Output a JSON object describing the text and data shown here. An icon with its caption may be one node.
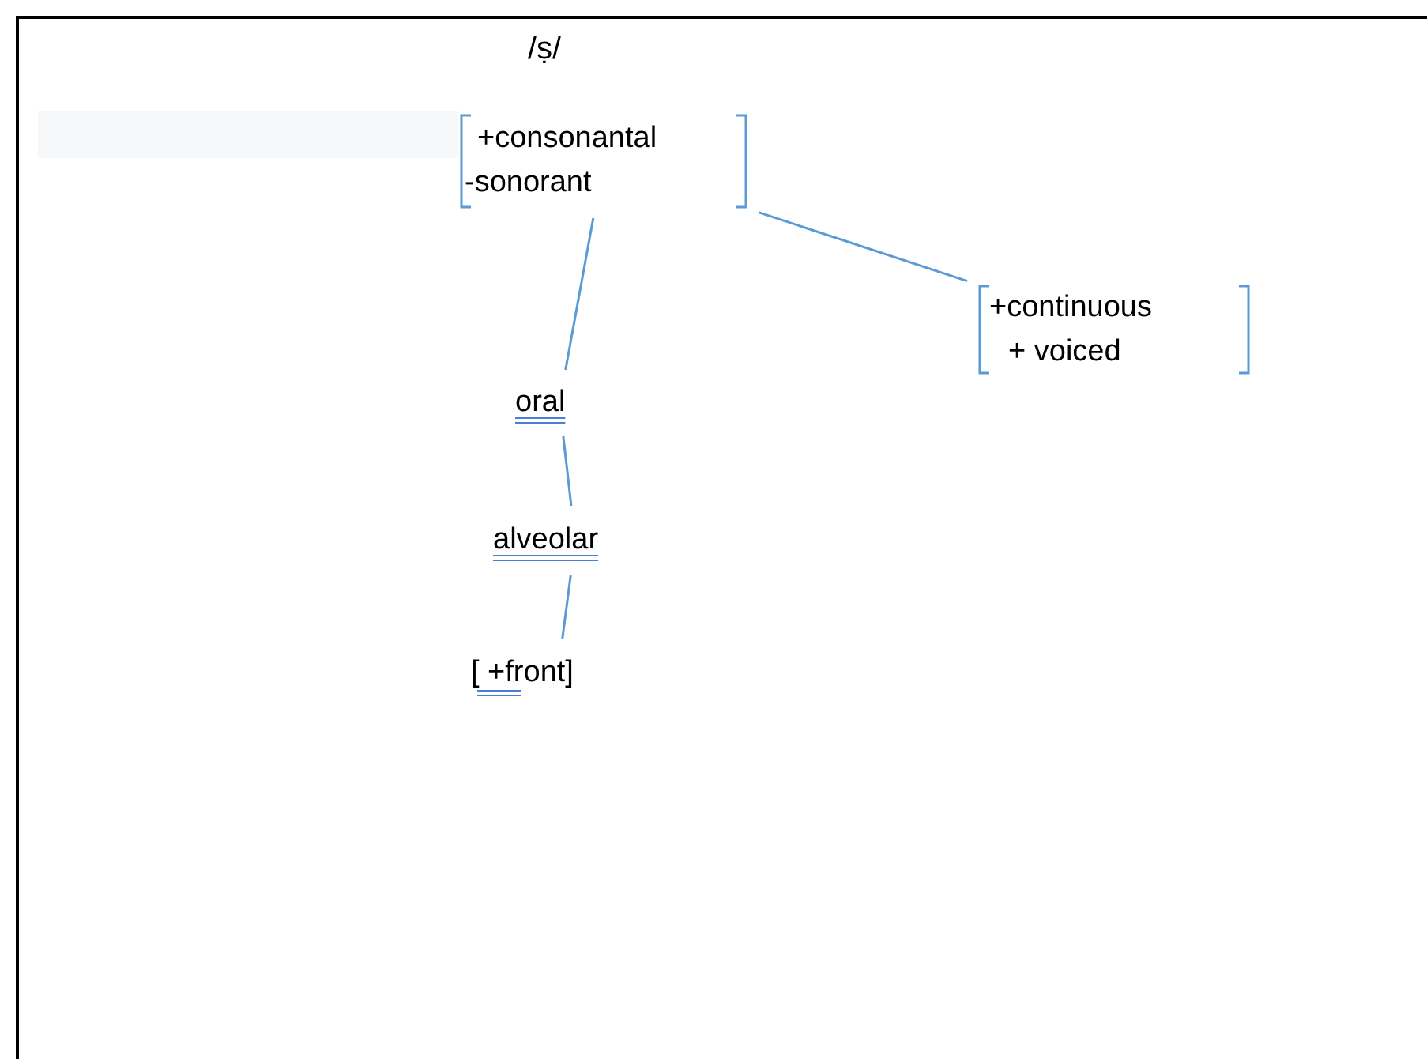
{
  "diagram": {
    "title": "/ṣ/",
    "nodes": [
      {
        "text": [
          "+consonantal",
          "-sonorant"
        ]
      },
      {
        "text": [
          "+continuous",
          "+ voiced"
        ]
      },
      {
        "text": [
          "oral"
        ]
      },
      {
        "text": [
          "alveolar"
        ]
      },
      {
        "text": [
          "[ +front]"
        ]
      }
    ],
    "edges": [
      {
        "from": 0,
        "to": 2,
        "arrow": "none"
      },
      {
        "from": 0,
        "to": 1,
        "arrow": "none"
      },
      {
        "from": 2,
        "to": 3,
        "arrow": "none"
      },
      {
        "from": 3,
        "to": 4,
        "arrow": "none"
      }
    ]
  }
}
